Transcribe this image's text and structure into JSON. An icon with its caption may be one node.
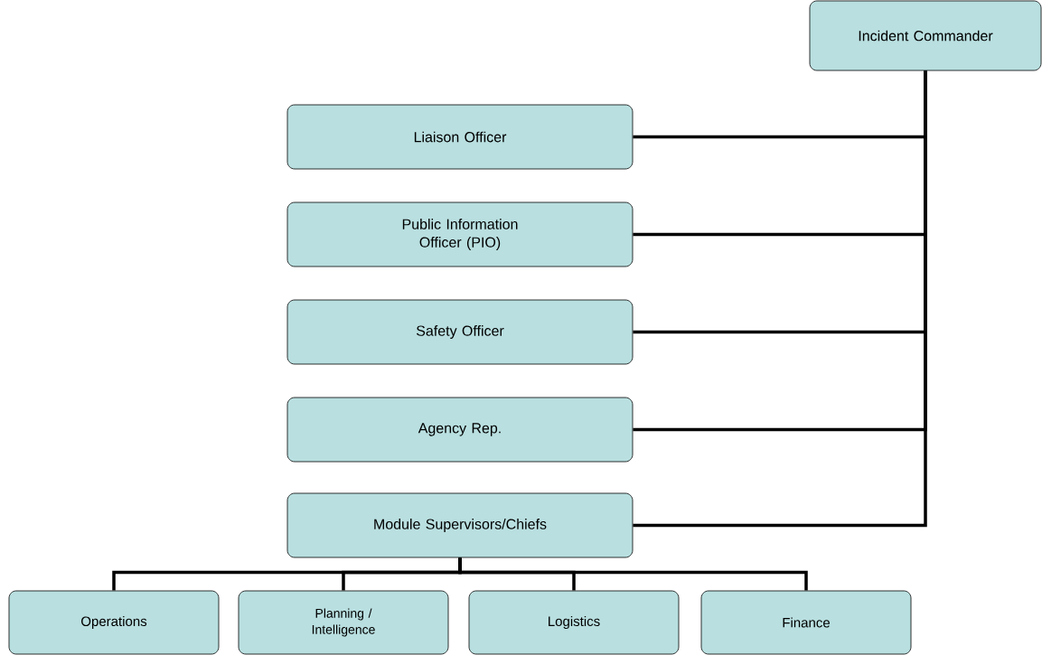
{
  "diagram": {
    "nodes": [
      {
        "text": [
          "Incident Commander"
        ]
      },
      {
        "text": [
          "Liaison Officer"
        ]
      },
      {
        "text": [
          "Public Information Officer (PIO)"
        ]
      },
      {
        "text": [
          "Safety Officer"
        ]
      },
      {
        "text": [
          "Agency Rep."
        ]
      },
      {
        "text": [
          "Module Supervisors/Chiefs"
        ]
      },
      {
        "text": [
          "Operations"
        ]
      },
      {
        "text": [
          "Planning / Intelligence"
        ]
      },
      {
        "text": [
          "Logistics"
        ]
      },
      {
        "text": [
          "Finance"
        ]
      }
    ],
    "edges": [
      {
        "from": 0,
        "to": 1,
        "arrow": "none"
      },
      {
        "from": 0,
        "to": 2,
        "arrow": "none"
      },
      {
        "from": 0,
        "to": 3,
        "arrow": "none"
      },
      {
        "from": 0,
        "to": 4,
        "arrow": "none"
      },
      {
        "from": 0,
        "to": 5,
        "arrow": "none"
      },
      {
        "from": 5,
        "to": 6,
        "arrow": "none"
      },
      {
        "from": 5,
        "to": 7,
        "arrow": "none"
      },
      {
        "from": 5,
        "to": 8,
        "arrow": "none"
      },
      {
        "from": 5,
        "to": 9,
        "arrow": "none"
      }
    ]
  }
}
